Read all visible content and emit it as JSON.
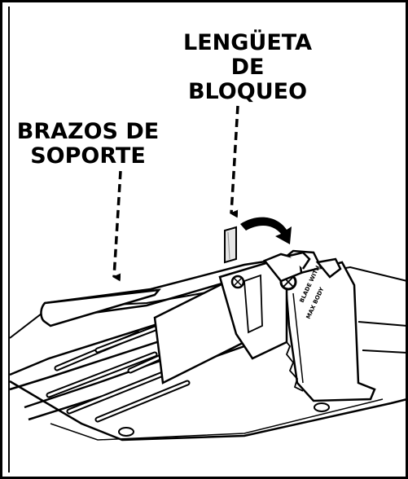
{
  "labels": {
    "lock_tab": [
      "LENGÜETA",
      "DE",
      "BLOQUEO"
    ],
    "support_arms": [
      "BRAZOS DE",
      "SOPORTE"
    ]
  },
  "colors": {
    "ink": "#000000",
    "paper": "#ffffff",
    "shade": "#e6e6e6"
  },
  "icons": [
    "rotation-arrow-icon",
    "dashed-pointer-arrow-icon"
  ]
}
